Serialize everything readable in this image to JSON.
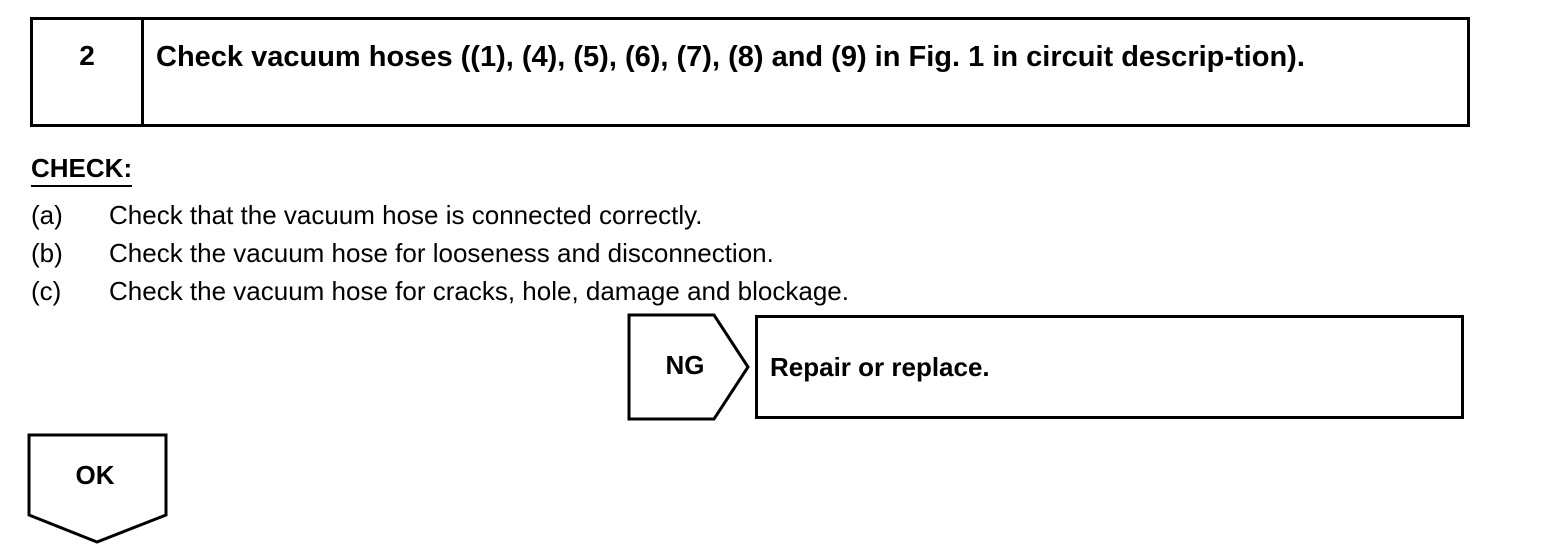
{
  "step": {
    "number": "2",
    "title": "Check vacuum hoses ((1), (4), (5), (6), (7), (8) and (9) in Fig. 1 in circuit descrip-tion)."
  },
  "check": {
    "heading": "CHECK:",
    "items": [
      {
        "letter": "(a)",
        "text": "Check that the vacuum hose is connected correctly."
      },
      {
        "letter": "(b)",
        "text": "Check the vacuum hose for looseness and disconnection."
      },
      {
        "letter": "(c)",
        "text": "Check the vacuum hose for cracks, hole, damage and blockage."
      }
    ]
  },
  "ng": {
    "label": "NG",
    "action": "Repair or replace."
  },
  "ok": {
    "label": "OK"
  }
}
